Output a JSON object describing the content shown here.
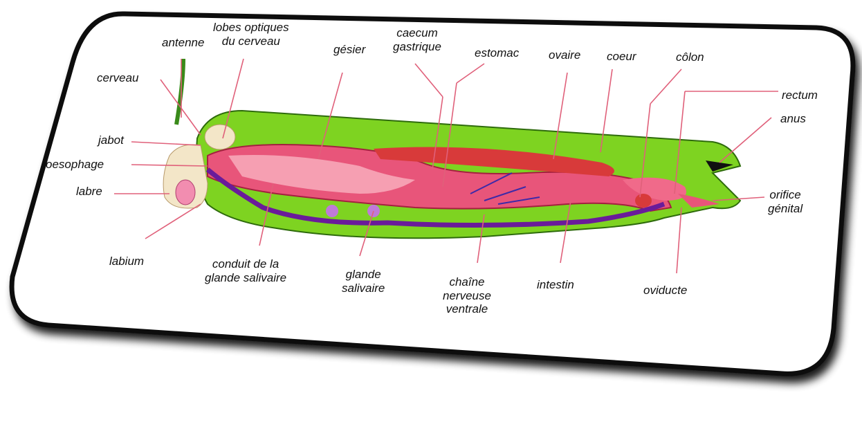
{
  "diagram": {
    "labels": {
      "antenne": "antenne",
      "lobes_optiques": [
        "lobes optiques",
        "du cerveau"
      ],
      "gesier": "gésier",
      "caecum_gastrique": [
        "caecum",
        "gastrique"
      ],
      "estomac": "estomac",
      "ovaire": "ovaire",
      "coeur": "coeur",
      "colon": "côlon",
      "cerveau": "cerveau",
      "rectum": "rectum",
      "anus": "anus",
      "jabot": "jabot",
      "oesophage": "oesophage",
      "labre": "labre",
      "orifice_genital": [
        "orifice",
        "génital"
      ],
      "labium": "labium",
      "conduit_glande_salivaire": [
        "conduit de la",
        "glande salivaire"
      ],
      "glande_salivaire": [
        "glande",
        "salivaire"
      ],
      "chaine_nerveuse_ventrale": [
        "chaîne",
        "nerveuse",
        "ventrale"
      ],
      "intestin": "intestin",
      "oviducte": "oviducte"
    },
    "colors": {
      "body_green": "#7ed321",
      "gut_pink": "#e8557a",
      "gut_light": "#f7a7b8",
      "nerve_purple": "#6a1b9a",
      "leader_line": "#e0607a",
      "head_cream": "#f3e6c8"
    }
  }
}
